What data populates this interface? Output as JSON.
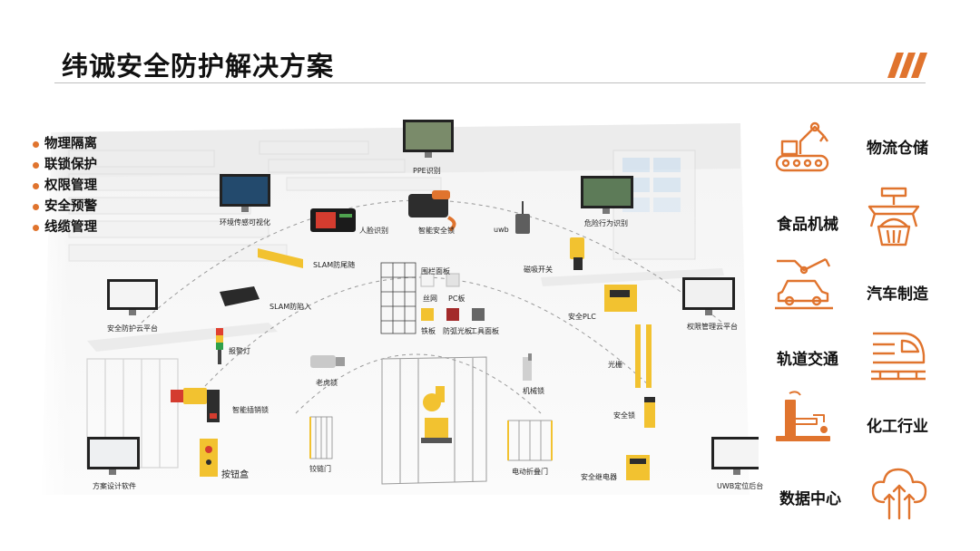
{
  "page": {
    "title": "纬诚安全防护解决方案"
  },
  "colors": {
    "accent": "#e0742e",
    "title_rule": "#bfbfbf",
    "scene_floor": "#ececec",
    "device_yellow": "#f2c230",
    "device_dark": "#2d2d2d"
  },
  "features": [
    "物理隔离",
    "联锁保护",
    "权限管理",
    "安全预警",
    "线缆管理"
  ],
  "devices": {
    "ppe": "PPE识别",
    "env_monitor": "环境传感可视化",
    "face": "人脸识别",
    "smart_lock": "智能安全锁",
    "uwb": "uwb",
    "danger_behavior": "危险行为识别",
    "slam_tail": "SLAM防尾随",
    "fence_panel": "围栏面板",
    "mesh": "丝网",
    "pc_board": "PC板",
    "iron_board": "铁板",
    "arc_board": "防弧光板",
    "tool_board": "工具面板",
    "magnetic_switch": "磁吸开关",
    "slam_anti": "SLAM防陷入",
    "cloud_platform": "安全防护云平台",
    "safety_plc": "安全PLC",
    "permission_cloud": "权限管理云平台",
    "alarm_light": "报警灯",
    "tiger_lock": "老虎锁",
    "mech_lock": "机械锁",
    "light_curtain": "光栅",
    "smart_plug_lock": "智能插销锁",
    "safety_lock": "安全锁",
    "button_box": "按钮盒",
    "hinge_door": "铰链门",
    "electric_fold_door": "电动折叠门",
    "safety_relay": "安全继电器",
    "design_software": "方案设计软件",
    "uwb_backend": "UWB定位后台"
  },
  "industries": [
    {
      "label": "物流仓储",
      "icon": "logistics-robot-arm-icon"
    },
    {
      "label": "食品机械",
      "icon": "food-gripper-icon"
    },
    {
      "label": "汽车制造",
      "icon": "car-assembly-icon"
    },
    {
      "label": "轨道交通",
      "icon": "high-speed-train-icon"
    },
    {
      "label": "化工行业",
      "icon": "chemical-plant-icon"
    },
    {
      "label": "数据中心",
      "icon": "cloud-upload-icon"
    }
  ]
}
